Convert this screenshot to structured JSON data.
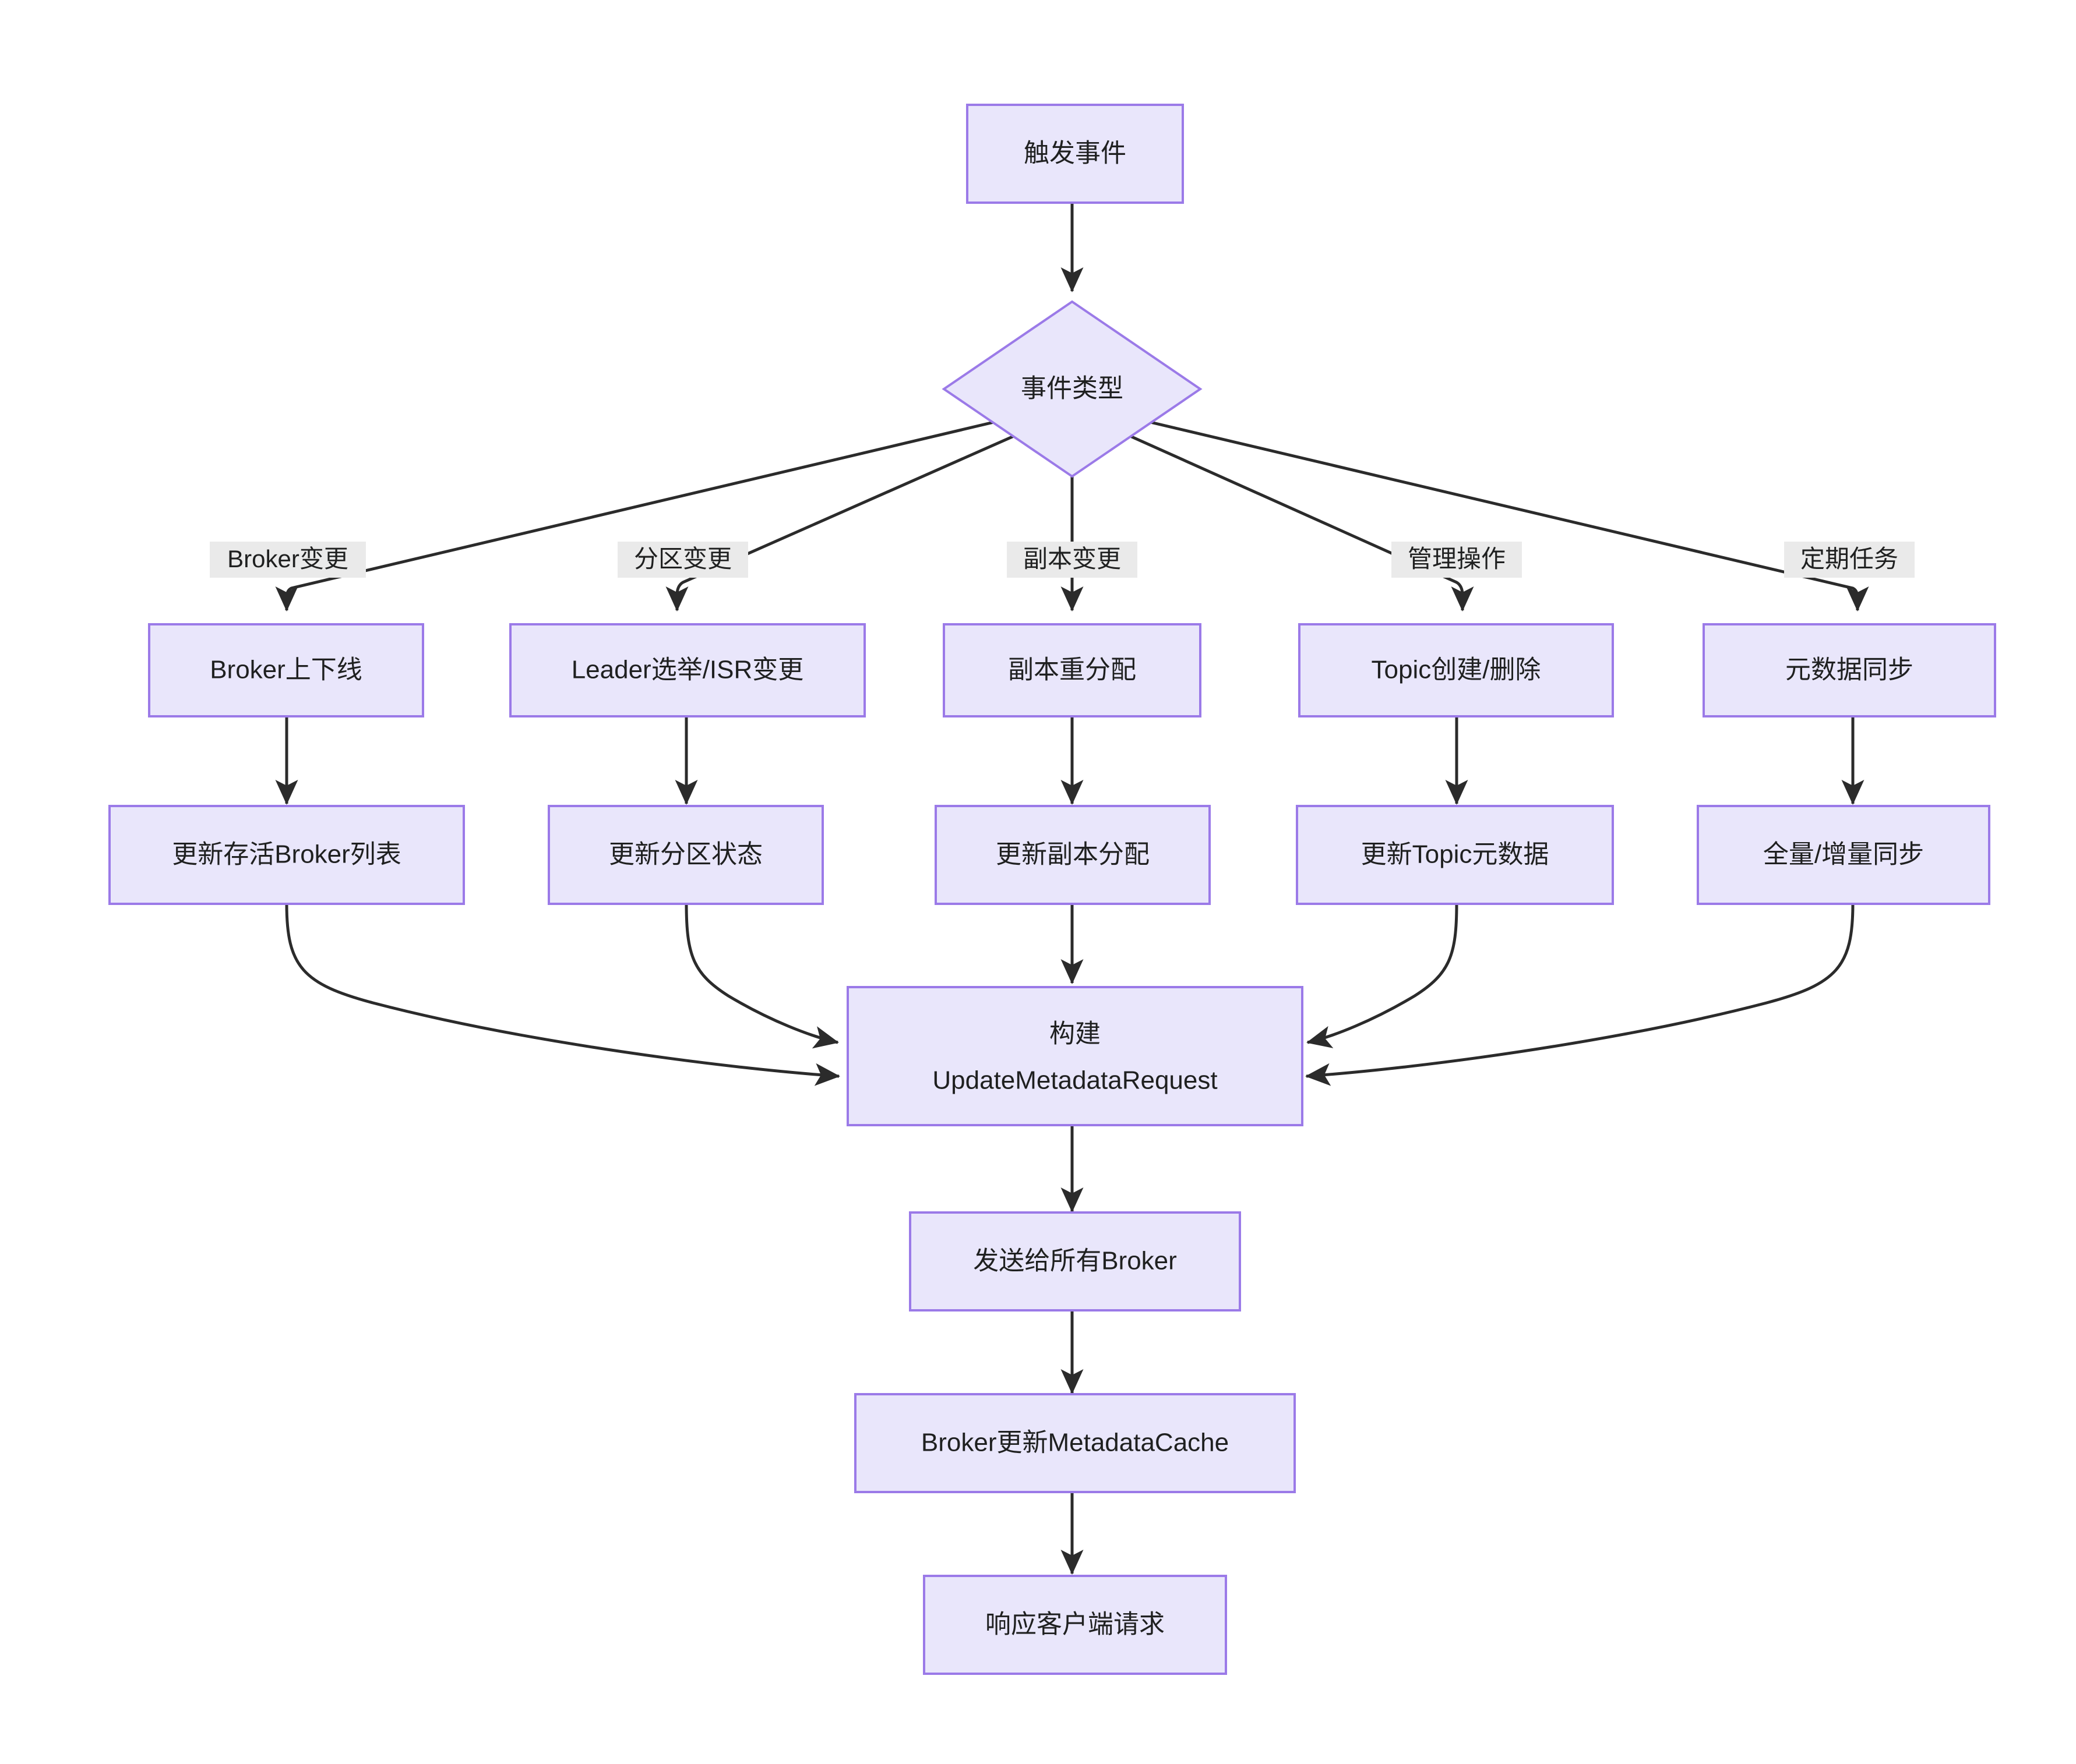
{
  "diagram": {
    "type": "flowchart",
    "direction": "top-down",
    "theme": {
      "node_fill": "#e9e6fb",
      "node_border": "#9b7ae8",
      "edge_color": "#2b2b2b",
      "edge_label_bg": "#eaeaea",
      "text_color": "#1f2020",
      "canvas_bg": "#ffffff"
    },
    "nodes": {
      "trigger": {
        "label": "触发事件",
        "shape": "rect"
      },
      "event_type": {
        "label": "事件类型",
        "shape": "diamond"
      },
      "broker_change": {
        "label": "Broker上下线",
        "shape": "rect"
      },
      "partition_change": {
        "label": "Leader选举/ISR变更",
        "shape": "rect"
      },
      "replica_change": {
        "label": "副本重分配",
        "shape": "rect"
      },
      "admin_op": {
        "label": "Topic创建/删除",
        "shape": "rect"
      },
      "periodic_task": {
        "label": "元数据同步",
        "shape": "rect"
      },
      "update_live_brokers": {
        "label": "更新存活Broker列表",
        "shape": "rect"
      },
      "update_partition_state": {
        "label": "更新分区状态",
        "shape": "rect"
      },
      "update_replica_assign": {
        "label": "更新副本分配",
        "shape": "rect"
      },
      "update_topic_meta": {
        "label": "更新Topic元数据",
        "shape": "rect"
      },
      "full_incr_sync": {
        "label": "全量/增量同步",
        "shape": "rect"
      },
      "build_request": {
        "label_line1": "构建",
        "label_line2": "UpdateMetadataRequest",
        "shape": "rect"
      },
      "send_all_brokers": {
        "label": "发送给所有Broker",
        "shape": "rect"
      },
      "broker_update_cache": {
        "label": "Broker更新MetadataCache",
        "shape": "rect"
      },
      "respond_client": {
        "label": "响应客户端请求",
        "shape": "rect"
      }
    },
    "edge_labels": {
      "broker": "Broker变更",
      "partition": "分区变更",
      "replica": "副本变更",
      "admin": "管理操作",
      "periodic": "定期任务"
    },
    "edges": [
      {
        "from": "trigger",
        "to": "event_type",
        "label": ""
      },
      {
        "from": "event_type",
        "to": "broker_change",
        "label": "Broker变更"
      },
      {
        "from": "event_type",
        "to": "partition_change",
        "label": "分区变更"
      },
      {
        "from": "event_type",
        "to": "replica_change",
        "label": "副本变更"
      },
      {
        "from": "event_type",
        "to": "admin_op",
        "label": "管理操作"
      },
      {
        "from": "event_type",
        "to": "periodic_task",
        "label": "定期任务"
      },
      {
        "from": "broker_change",
        "to": "update_live_brokers",
        "label": ""
      },
      {
        "from": "partition_change",
        "to": "update_partition_state",
        "label": ""
      },
      {
        "from": "replica_change",
        "to": "update_replica_assign",
        "label": ""
      },
      {
        "from": "admin_op",
        "to": "update_topic_meta",
        "label": ""
      },
      {
        "from": "periodic_task",
        "to": "full_incr_sync",
        "label": ""
      },
      {
        "from": "update_live_brokers",
        "to": "build_request",
        "label": ""
      },
      {
        "from": "update_partition_state",
        "to": "build_request",
        "label": ""
      },
      {
        "from": "update_replica_assign",
        "to": "build_request",
        "label": ""
      },
      {
        "from": "update_topic_meta",
        "to": "build_request",
        "label": ""
      },
      {
        "from": "full_incr_sync",
        "to": "build_request",
        "label": ""
      },
      {
        "from": "build_request",
        "to": "send_all_brokers",
        "label": ""
      },
      {
        "from": "send_all_brokers",
        "to": "broker_update_cache",
        "label": ""
      },
      {
        "from": "broker_update_cache",
        "to": "respond_client",
        "label": ""
      }
    ]
  }
}
